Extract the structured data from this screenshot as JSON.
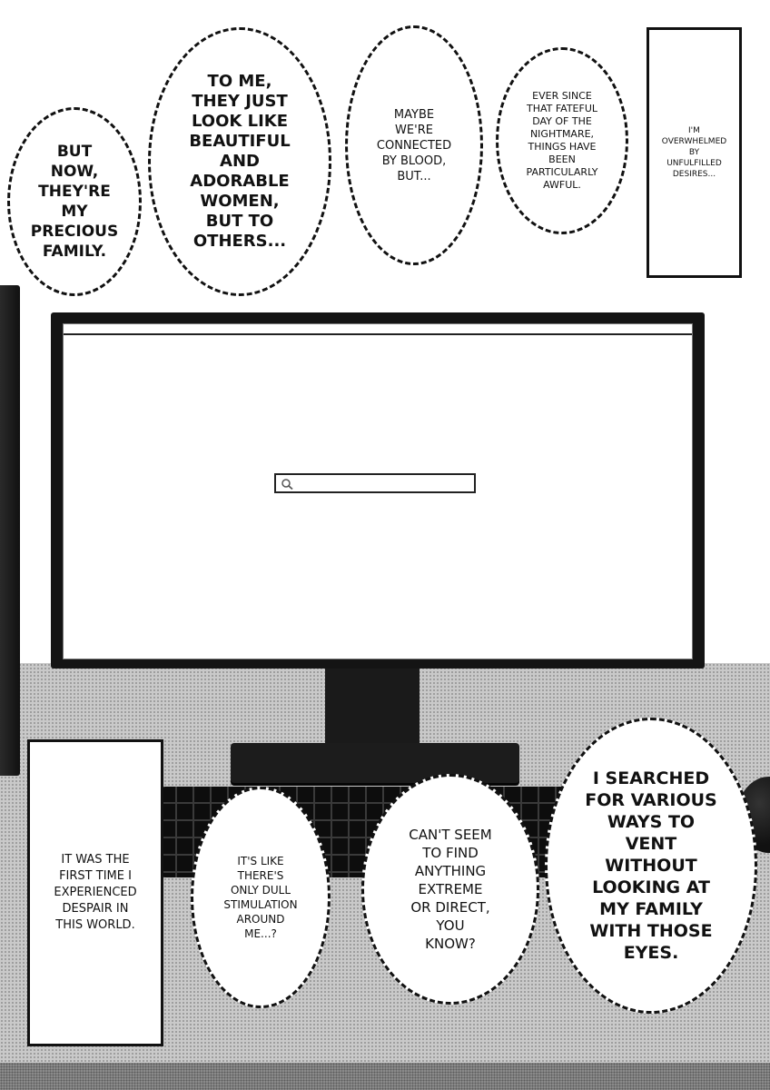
{
  "captions": {
    "top_right": "I'm\noverwhelmed\nby\nunfulfilled\ndesires...",
    "bottom_left": "It was the\nfirst time I\nexperienced\ndespair in\nthis world."
  },
  "bubbles": {
    "b1": "But\nnow,\nthey're\nmy\nprecious\nfamily.",
    "b2": "To me,\nthey just\nlook like\nbeautiful\nand\nadorable\nwomen,\nbut to\nothers...",
    "b3": "Maybe\nwe're\nconnected\nby blood,\nbut...",
    "b4": "Ever since\nthat fateful\nday of the\nnightmare,\nthings have\nbeen\nparticularly\nawful.",
    "b5": "It's like\nthere's\nonly dull\nstimulation\naround\nme...?",
    "b6": "Can't seem\nto find\nanything\nextreme\nor direct,\nyou\nknow?",
    "b7": "I searched\nfor various\nways to\nvent\nwithout\nlooking at\nmy family\nwith those\neyes."
  },
  "icons": {
    "search": "search-icon"
  }
}
